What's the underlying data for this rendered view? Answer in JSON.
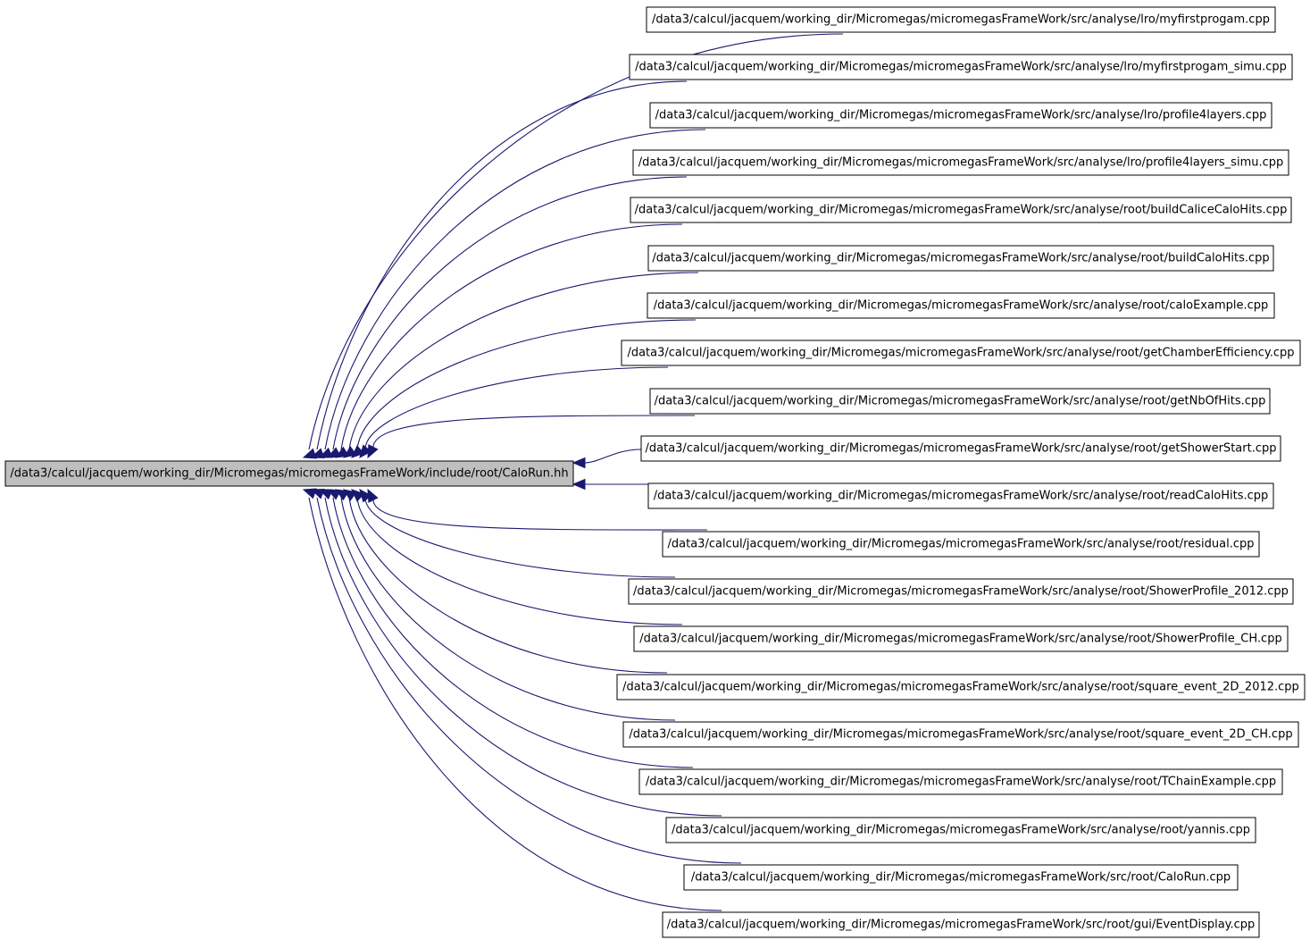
{
  "colors": {
    "edge": "#191970",
    "target_fill": "#bfbfbf",
    "node_fill": "#ffffff",
    "border": "#000000"
  },
  "target": {
    "label": "/data3/calcul/jacquem/working_dir/Micromegas/micromegasFrameWork/include/root/CaloRun.hh"
  },
  "sources": [
    {
      "label": "/data3/calcul/jacquem/working_dir/Micromegas/micromegasFrameWork/src/analyse/lro/myfirstprogam.cpp"
    },
    {
      "label": "/data3/calcul/jacquem/working_dir/Micromegas/micromegasFrameWork/src/analyse/lro/myfirstprogam_simu.cpp"
    },
    {
      "label": "/data3/calcul/jacquem/working_dir/Micromegas/micromegasFrameWork/src/analyse/lro/profile4layers.cpp"
    },
    {
      "label": "/data3/calcul/jacquem/working_dir/Micromegas/micromegasFrameWork/src/analyse/lro/profile4layers_simu.cpp"
    },
    {
      "label": "/data3/calcul/jacquem/working_dir/Micromegas/micromegasFrameWork/src/analyse/root/buildCaliceCaloHits.cpp"
    },
    {
      "label": "/data3/calcul/jacquem/working_dir/Micromegas/micromegasFrameWork/src/analyse/root/buildCaloHits.cpp"
    },
    {
      "label": "/data3/calcul/jacquem/working_dir/Micromegas/micromegasFrameWork/src/analyse/root/caloExample.cpp"
    },
    {
      "label": "/data3/calcul/jacquem/working_dir/Micromegas/micromegasFrameWork/src/analyse/root/getChamberEfficiency.cpp"
    },
    {
      "label": "/data3/calcul/jacquem/working_dir/Micromegas/micromegasFrameWork/src/analyse/root/getNbOfHits.cpp"
    },
    {
      "label": "/data3/calcul/jacquem/working_dir/Micromegas/micromegasFrameWork/src/analyse/root/getShowerStart.cpp"
    },
    {
      "label": "/data3/calcul/jacquem/working_dir/Micromegas/micromegasFrameWork/src/analyse/root/readCaloHits.cpp"
    },
    {
      "label": "/data3/calcul/jacquem/working_dir/Micromegas/micromegasFrameWork/src/analyse/root/residual.cpp"
    },
    {
      "label": "/data3/calcul/jacquem/working_dir/Micromegas/micromegasFrameWork/src/analyse/root/ShowerProfile_2012.cpp"
    },
    {
      "label": "/data3/calcul/jacquem/working_dir/Micromegas/micromegasFrameWork/src/analyse/root/ShowerProfile_CH.cpp"
    },
    {
      "label": "/data3/calcul/jacquem/working_dir/Micromegas/micromegasFrameWork/src/analyse/root/square_event_2D_2012.cpp"
    },
    {
      "label": "/data3/calcul/jacquem/working_dir/Micromegas/micromegasFrameWork/src/analyse/root/square_event_2D_CH.cpp"
    },
    {
      "label": "/data3/calcul/jacquem/working_dir/Micromegas/micromegasFrameWork/src/analyse/root/TChainExample.cpp"
    },
    {
      "label": "/data3/calcul/jacquem/working_dir/Micromegas/micromegasFrameWork/src/analyse/root/yannis.cpp"
    },
    {
      "label": "/data3/calcul/jacquem/working_dir/Micromegas/micromegasFrameWork/src/root/CaloRun.cpp"
    },
    {
      "label": "/data3/calcul/jacquem/working_dir/Micromegas/micromegasFrameWork/src/root/gui/EventDisplay.cpp"
    }
  ]
}
